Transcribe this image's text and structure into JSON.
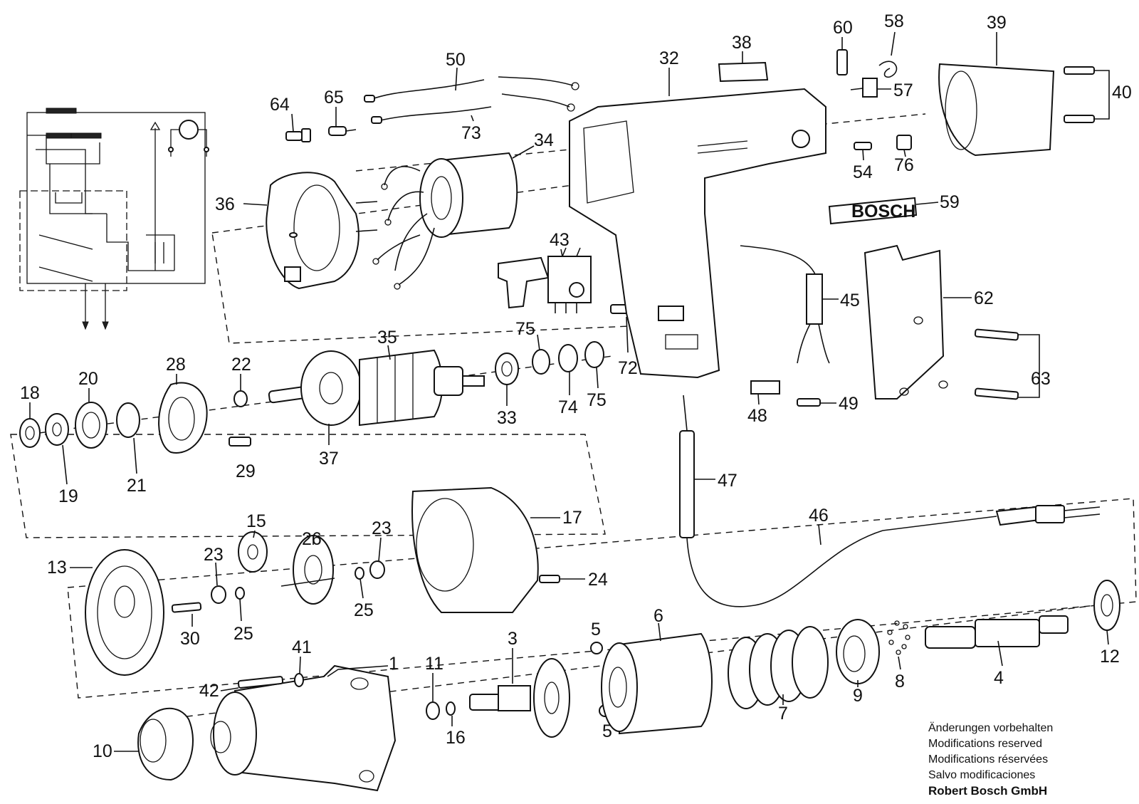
{
  "diagram": {
    "brand_label": "BOSCH",
    "part_numbers": [
      "1",
      "3",
      "4",
      "5",
      "6",
      "7",
      "8",
      "9",
      "10",
      "11",
      "12",
      "13",
      "15",
      "16",
      "17",
      "18",
      "19",
      "20",
      "21",
      "22",
      "23",
      "24",
      "25",
      "26",
      "28",
      "29",
      "30",
      "32",
      "33",
      "34",
      "35",
      "36",
      "37",
      "38",
      "39",
      "40",
      "41",
      "42",
      "43",
      "45",
      "46",
      "47",
      "48",
      "49",
      "50",
      "54",
      "57",
      "58",
      "59",
      "60",
      "62",
      "63",
      "64",
      "65",
      "72",
      "73",
      "74",
      "75",
      "76"
    ]
  },
  "notes": {
    "lines": [
      "Änderungen vorbehalten",
      "Modifications reserved",
      "Modifications réservées",
      "Salvo modificaciones"
    ],
    "company": "Robert Bosch GmbH"
  }
}
